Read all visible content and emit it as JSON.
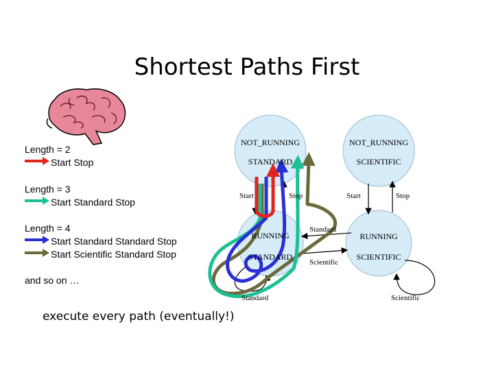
{
  "title": "Shortest Paths First",
  "legend": [
    {
      "length_label": "Length = 2",
      "paths": [
        "Start Stop"
      ],
      "color": "#e0251f"
    },
    {
      "length_label": "Length = 3",
      "paths": [
        "Start Standard Stop"
      ],
      "color": "#1dbf94"
    },
    {
      "length_label": "Length = 4",
      "paths": [
        "Start Standard Standard Stop",
        "Start Scientific Standard Stop"
      ],
      "colors": [
        "#2a2fd6",
        "#6b6a3c"
      ]
    }
  ],
  "and_so_on": "and so on …",
  "bottom_note": "execute every path (eventually!)",
  "diagram": {
    "left_machine": {
      "top_state_line1": "NOT_RUNNING",
      "top_state_line2": "STANDARD",
      "bottom_state_line1": "RUNNING",
      "bottom_state_line2": "STANDARD",
      "start_label": "Start",
      "stop_label": "Stop",
      "self_loop_label": "Standard"
    },
    "right_machine": {
      "top_state_line1": "NOT_RUNNING",
      "top_state_line2": "SCIENTIFIC",
      "bottom_state_line1": "RUNNING",
      "bottom_state_line2": "SCIENTIFIC",
      "start_label": "Start",
      "stop_label": "Stop",
      "self_loop_label": "Scientific"
    },
    "cross_top_label": "Standard",
    "cross_bottom_label": "Scientific"
  },
  "colors": {
    "state_fill": "#d6ecf8",
    "red": "#e0251f",
    "teal": "#1dbf94",
    "blue": "#2a2fd6",
    "olive": "#6b6a3c",
    "brain": "#e8879a"
  }
}
